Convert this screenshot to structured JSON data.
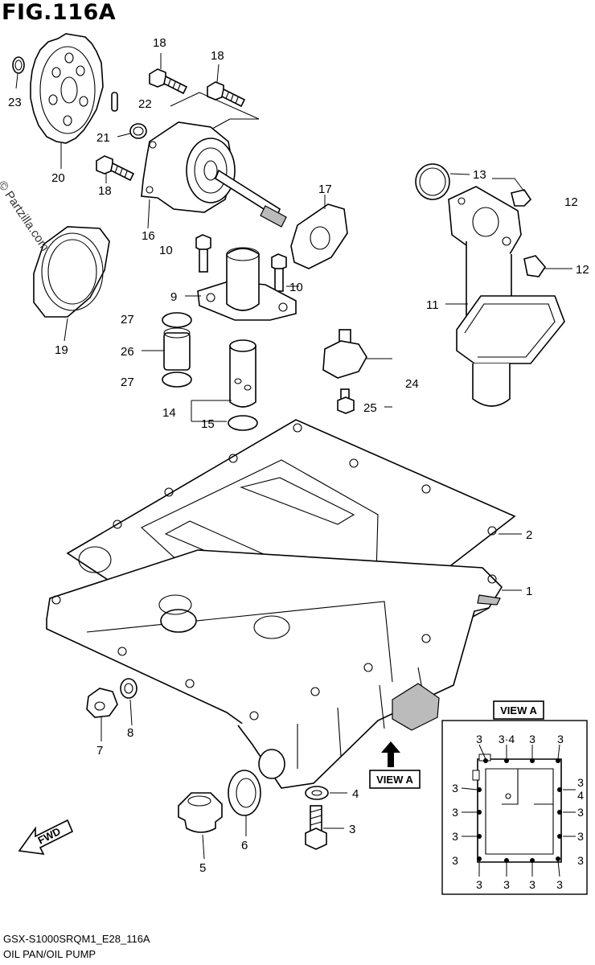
{
  "figure": {
    "title": "FIG.116A",
    "model_code": "GSX-S1000SRQM1_E28_116A",
    "name": "OIL PAN/OIL PUMP",
    "watermark": "© Partzilla.com"
  },
  "callouts": [
    {
      "id": "c23",
      "text": "23"
    },
    {
      "id": "c20",
      "text": "20"
    },
    {
      "id": "c22",
      "text": "22"
    },
    {
      "id": "c18a",
      "text": "18"
    },
    {
      "id": "c18b",
      "text": "18"
    },
    {
      "id": "c18c",
      "text": "18"
    },
    {
      "id": "c21",
      "text": "21"
    },
    {
      "id": "c16",
      "text": "16"
    },
    {
      "id": "c17",
      "text": "17"
    },
    {
      "id": "c13",
      "text": "13"
    },
    {
      "id": "c12a",
      "text": "12"
    },
    {
      "id": "c12b",
      "text": "12"
    },
    {
      "id": "c10a",
      "text": "10"
    },
    {
      "id": "c10b",
      "text": "10"
    },
    {
      "id": "c9",
      "text": "9"
    },
    {
      "id": "c11",
      "text": "11"
    },
    {
      "id": "c19",
      "text": "19"
    },
    {
      "id": "c27a",
      "text": "27"
    },
    {
      "id": "c26",
      "text": "26"
    },
    {
      "id": "c27b",
      "text": "27"
    },
    {
      "id": "c14",
      "text": "14"
    },
    {
      "id": "c15",
      "text": "15"
    },
    {
      "id": "c24",
      "text": "24"
    },
    {
      "id": "c25",
      "text": "25"
    },
    {
      "id": "c2",
      "text": "2"
    },
    {
      "id": "c1",
      "text": "1"
    },
    {
      "id": "c7",
      "text": "7"
    },
    {
      "id": "c8",
      "text": "8"
    },
    {
      "id": "c4",
      "text": "4"
    },
    {
      "id": "c3",
      "text": "3"
    },
    {
      "id": "c6",
      "text": "6"
    },
    {
      "id": "c5",
      "text": "5"
    }
  ],
  "view_a_pointer": "VIEW A",
  "view_a_inset": {
    "title": "VIEW A",
    "labels": [
      {
        "id": "v1",
        "text": "3"
      },
      {
        "id": "v2",
        "text": "3·4"
      },
      {
        "id": "v3",
        "text": "3"
      },
      {
        "id": "v4",
        "text": "3"
      },
      {
        "id": "v5",
        "text": "3"
      },
      {
        "id": "v6",
        "text": "3"
      },
      {
        "id": "v7",
        "text": "4"
      },
      {
        "id": "v8",
        "text": "3"
      },
      {
        "id": "v9",
        "text": "3"
      },
      {
        "id": "v10",
        "text": "3"
      },
      {
        "id": "v11",
        "text": "3"
      },
      {
        "id": "v12",
        "text": "3"
      },
      {
        "id": "v13",
        "text": "3"
      },
      {
        "id": "v14",
        "text": "3"
      },
      {
        "id": "v15",
        "text": "3"
      },
      {
        "id": "v16",
        "text": "3"
      },
      {
        "id": "v17",
        "text": "3"
      }
    ]
  }
}
